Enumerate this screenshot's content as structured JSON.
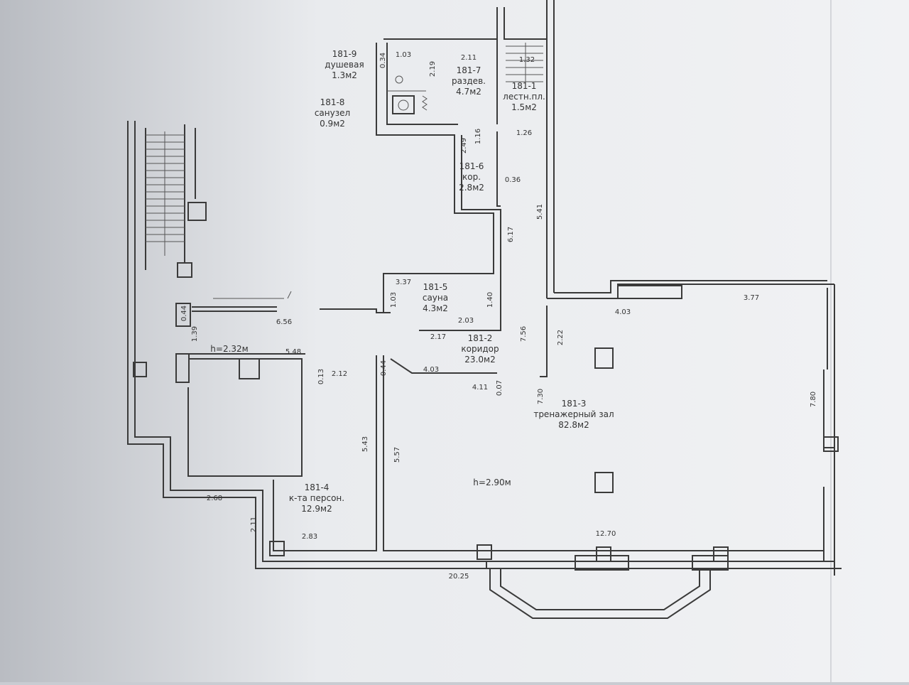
{
  "rooms": [
    {
      "id": "r1",
      "code": "181-1",
      "name": "лестн.пл.",
      "area": "1.5м2"
    },
    {
      "id": "r2",
      "code": "181-2",
      "name": "коридор",
      "area": "23.0м2"
    },
    {
      "id": "r3",
      "code": "181-3",
      "name": "тренажерный зал",
      "area": "82.8м2"
    },
    {
      "id": "r4",
      "code": "181-4",
      "name": "к-та персон.",
      "area": "12.9м2"
    },
    {
      "id": "r5",
      "code": "181-5",
      "name": "сауна",
      "area": "4.3м2"
    },
    {
      "id": "r6",
      "code": "181-6",
      "name": "кор.",
      "area": "2.8м2"
    },
    {
      "id": "r7",
      "code": "181-7",
      "name": "раздев.",
      "area": "4.7м2"
    },
    {
      "id": "r8",
      "code": "181-8",
      "name": "санузел",
      "area": "0.9м2"
    },
    {
      "id": "r9",
      "code": "181-9",
      "name": "душевая",
      "area": "1.3м2"
    }
  ],
  "heights": {
    "h1": "h=2.32м",
    "h2": "h=2.90м"
  },
  "dimensions": {
    "d1": "1.03",
    "d2": "0.34",
    "d3": "2.11",
    "d4": "2.19",
    "d5": "1.32",
    "d6": "1.16",
    "d7": "1.26",
    "d8": "2.49",
    "d9": "0.36",
    "d10": "5.41",
    "d11": "6.17",
    "d12": "3.37",
    "d13": "1.03",
    "d14": "1.40",
    "d15": "2.03",
    "d16": "2.17",
    "d17": "7.56",
    "d18": "2.22",
    "d19": "4.03",
    "d20": "3.77",
    "d21": "0.44",
    "d22": "6.56",
    "d23": "1.39",
    "d24": "5.48",
    "d25": "0.13",
    "d26": "2.12",
    "d27": "0.44",
    "d28": "4.03",
    "d29": "4.11",
    "d30": "0.07",
    "d31": "7.30",
    "d32": "7.80",
    "d33": "5.43",
    "d34": "5.57",
    "d35": "2.68",
    "d36": "2.11",
    "d37": "2.83",
    "d38": "12.70",
    "d39": "20.25"
  }
}
